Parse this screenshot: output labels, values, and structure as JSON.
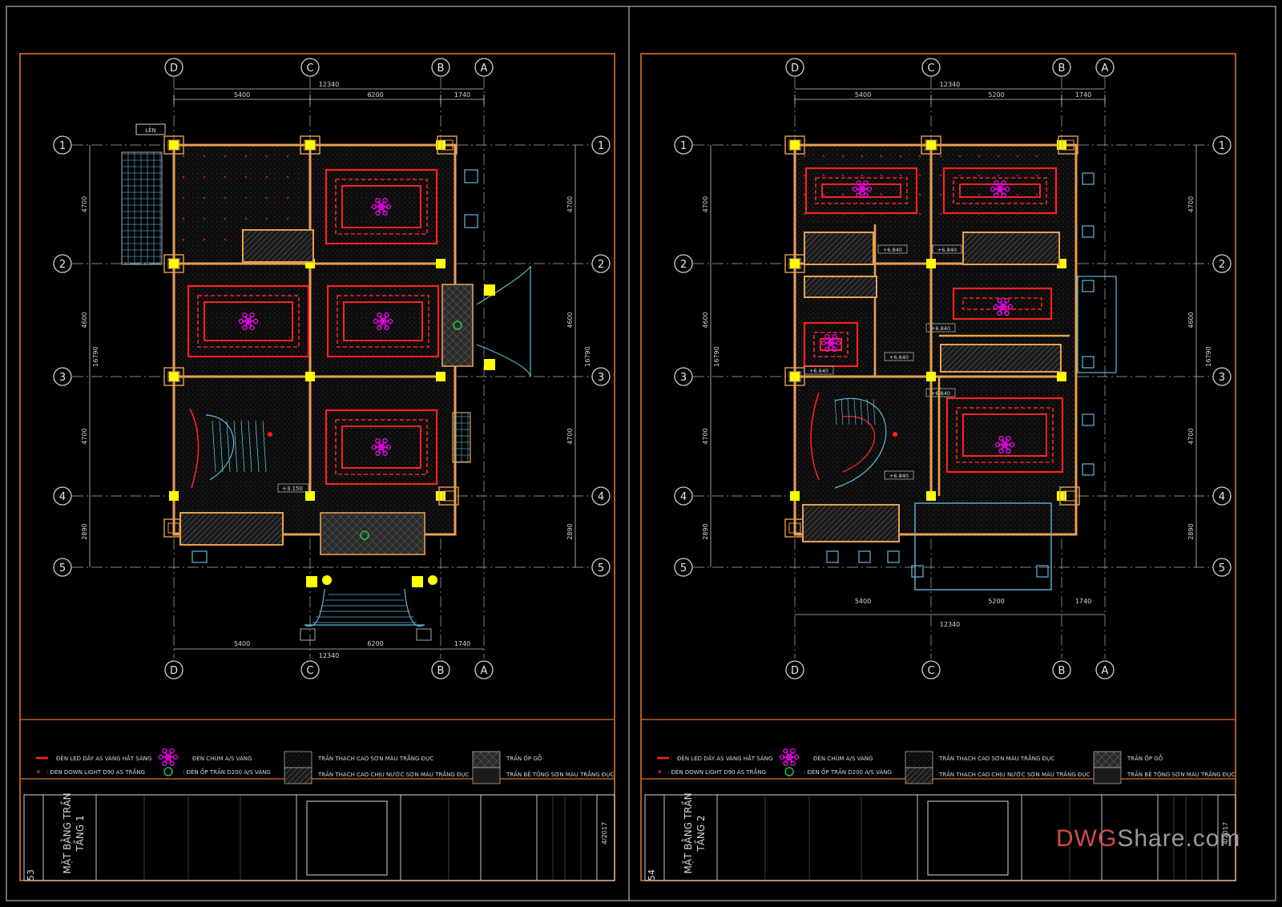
{
  "sheets": [
    {
      "id": "left",
      "grid_letters": [
        "D",
        "C",
        "B",
        "A"
      ],
      "grid_numbers": [
        "1",
        "2",
        "3",
        "4",
        "5"
      ],
      "dims_top": {
        "total": "12340",
        "parts": [
          "5400",
          "6200",
          "1740"
        ]
      },
      "dims_side": {
        "total": "16790",
        "parts": [
          "4700",
          "4600",
          "4700",
          "2890"
        ]
      },
      "labels": [
        "+3.150",
        "+3.150"
      ],
      "sheet_no": "53",
      "drawing_title": "MẶT BẰNG TRẦN",
      "drawing_floor": "TẦNG 1",
      "date": "4/2017"
    },
    {
      "id": "right",
      "grid_letters": [
        "D",
        "C",
        "B",
        "A"
      ],
      "grid_numbers": [
        "1",
        "2",
        "3",
        "4",
        "5"
      ],
      "dims_top": {
        "total": "12340",
        "parts": [
          "5400",
          "5200",
          "1740"
        ]
      },
      "dims_side": {
        "total": "16790",
        "parts": [
          "4700",
          "4600",
          "4700",
          "2890"
        ]
      },
      "labels": [
        "+6.840",
        "+6.840",
        "+6.840",
        "+6.640",
        "+6.640",
        "+6.840",
        "+6.840"
      ],
      "sheet_no": "54",
      "drawing_title": "MẶT BẰNG TRẦN",
      "drawing_floor": "TẦNG 2",
      "date": "4/2017"
    }
  ],
  "legend": {
    "led": "ĐÈN LED DÂY AS VÀNG HẮT SÁNG",
    "downlight": ": ĐÈN DOWN LIGHT D90 AS TRẮNG",
    "chandelier": "ĐÈN CHÙM A/S VÀNG",
    "ceiling_lamp": ": ĐÈN ỐP TRẦN D200 A/S VÀNG",
    "gypsum": "TRẦN THẠCH CAO SƠN MÀU TRẮNG ĐỤC",
    "gypsum_waterproof": "TRẦN THẠCH CAO CHỊU NƯỚC SƠN MÀU TRẮNG ĐỤC",
    "wood": "TRẦN ỐP GỖ",
    "concrete": "TRẦN BÊ TÔNG SƠN MÀU TRẮNG ĐỤC"
  },
  "stair_left": {
    "up_label": "LÊN"
  },
  "watermark": {
    "part1": "DWG",
    "part2": "Share.com"
  },
  "colors": {
    "frame": "#e0701f",
    "wall": "#e8a050",
    "red": "#ff2020",
    "magenta": "#ff00ff",
    "cyan": "#5fb9d8",
    "yellow": "#ffff00",
    "green": "#20c040",
    "grid": "#b0b0b0",
    "text": "#d8d8d8"
  }
}
